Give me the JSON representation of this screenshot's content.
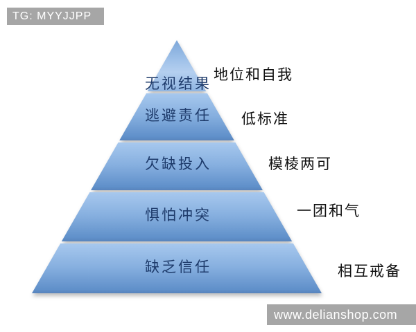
{
  "theme": {
    "page_bg": "#ffffff",
    "watermark_bg": "#a6a6a6",
    "watermark_text": "#ffffff",
    "band_top": "#a7c8ee",
    "band_mid": "#86afdf",
    "band_bottom": "#6090ca",
    "band_edge": "#5884bd",
    "apex_light": "#b4cfef",
    "apex_dark": "#7da7d9",
    "level_label": "#1e3b6b",
    "side_label": "#111111"
  },
  "header": {
    "tag": "TG: MYYJJPP"
  },
  "footer": {
    "url": "www.delianshop.com"
  },
  "pyramid": {
    "type": "pyramid-diagram",
    "levels": [
      {
        "label": "无视结果",
        "side_label": "地位和自我"
      },
      {
        "label": "逃避责任",
        "side_label": "低标准"
      },
      {
        "label": "欠缺投入",
        "side_label": "模棱两可"
      },
      {
        "label": "惧怕冲突",
        "side_label": "一团和气"
      },
      {
        "label": "缺乏信任",
        "side_label": "相互戒备"
      }
    ]
  }
}
